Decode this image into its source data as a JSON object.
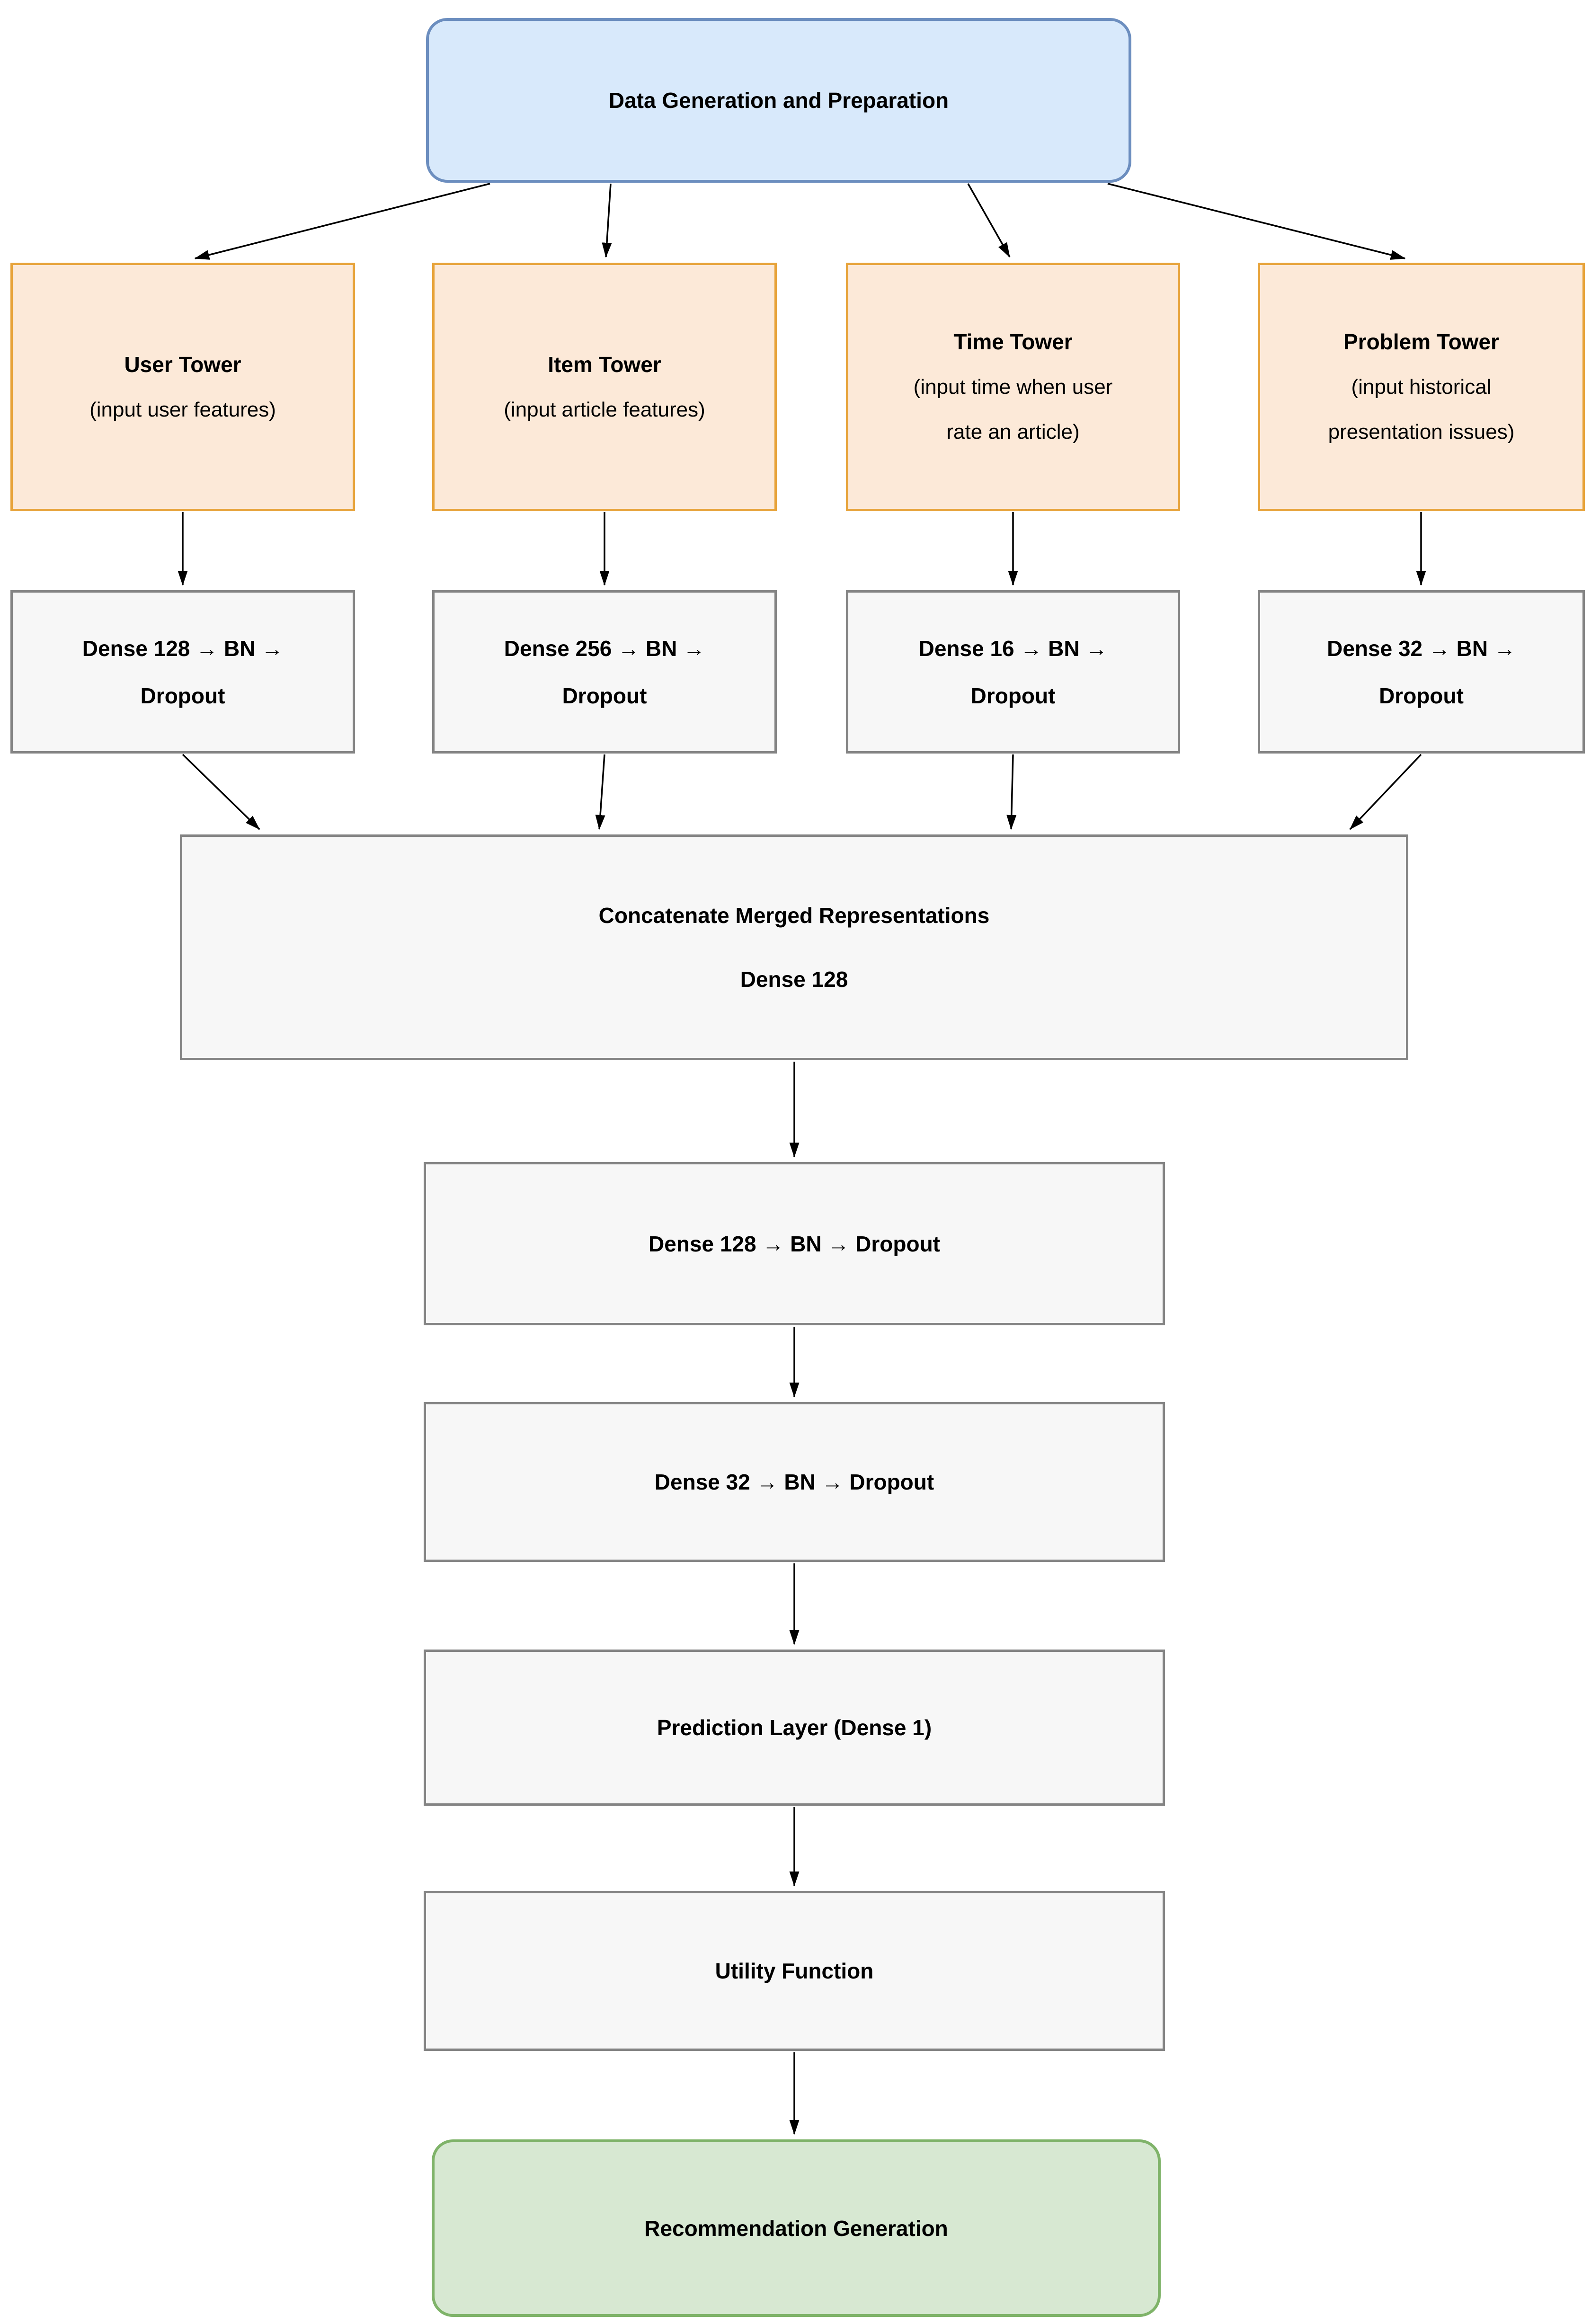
{
  "diagram": {
    "start": {
      "label": "Data Generation and Preparation"
    },
    "towers": [
      {
        "title": "User Tower",
        "sub1": "(input user features)",
        "sub2": ""
      },
      {
        "title": "Item Tower",
        "sub1": "(input article features)",
        "sub2": ""
      },
      {
        "title": "Time Tower",
        "sub1": "(input time when user",
        "sub2": "rate an article)"
      },
      {
        "title": "Problem Tower",
        "sub1": "(input historical",
        "sub2": "presentation issues)"
      }
    ],
    "encoders": [
      {
        "line1": "Dense 128 → BN →",
        "line2": "Dropout"
      },
      {
        "line1": "Dense 256 → BN →",
        "line2": "Dropout"
      },
      {
        "line1": "Dense 16 → BN →",
        "line2": "Dropout"
      },
      {
        "line1": "Dense 32 → BN →",
        "line2": "Dropout"
      }
    ],
    "concat": {
      "line1": "Concatenate Merged Representations",
      "line2": "Dense 128"
    },
    "chain": [
      {
        "label": "Dense 128 → BN → Dropout"
      },
      {
        "label": "Dense 32 → BN → Dropout"
      },
      {
        "label": "Prediction Layer (Dense 1)"
      },
      {
        "label": "Utility Function"
      }
    ],
    "end": {
      "label": "Recommendation Generation"
    },
    "colors": {
      "start_fill": "#d8e9fb",
      "start_border": "#6c8ebf",
      "tower_fill": "#fce9d8",
      "tower_border": "#e7a33a",
      "block_fill": "#f7f7f7",
      "block_border": "#848484",
      "end_fill": "#d7e8d2",
      "end_border": "#7fb369",
      "arrow": "#000000"
    }
  }
}
